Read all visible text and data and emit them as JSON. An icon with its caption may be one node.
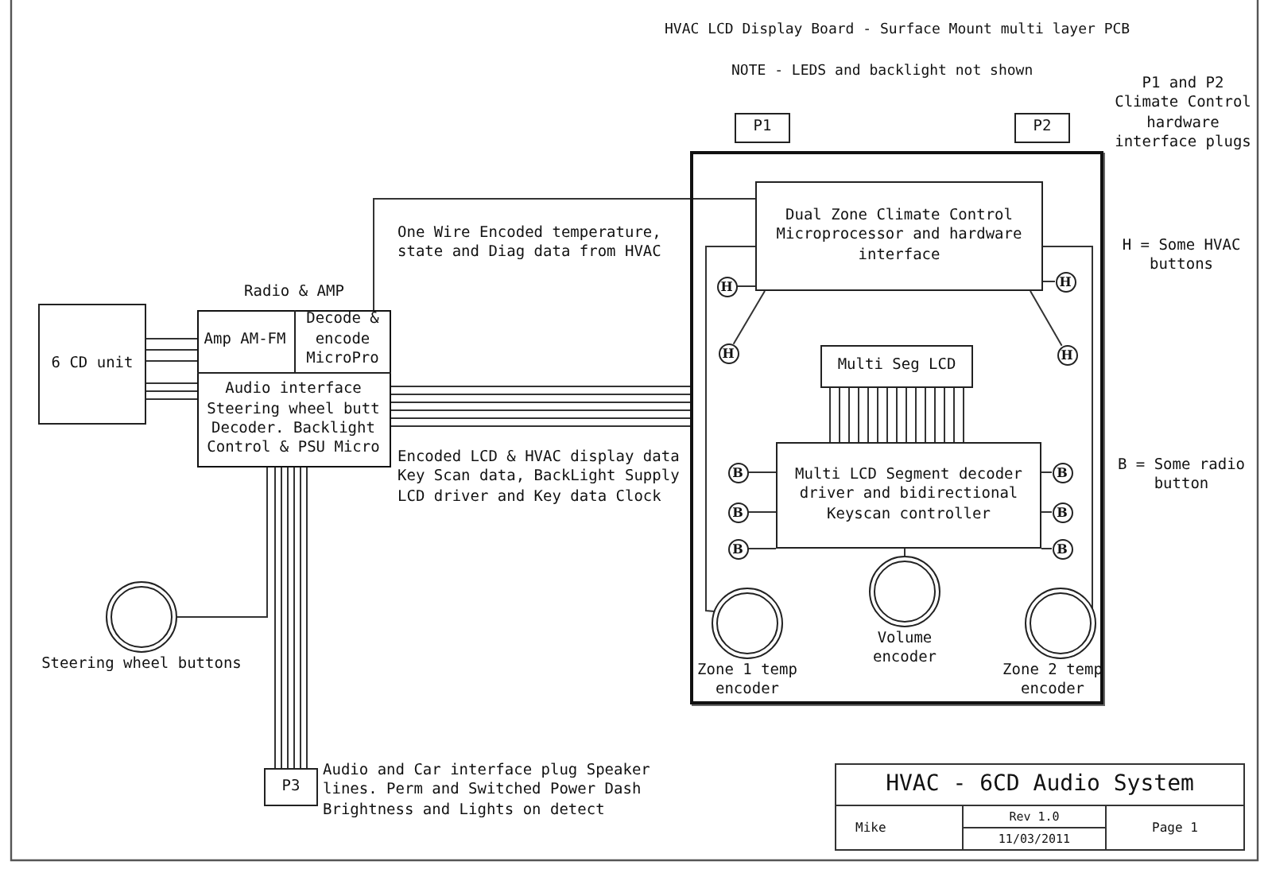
{
  "diagram": {
    "nodes": [
      {
        "text": [
          "6 CD unit"
        ]
      },
      {
        "text": [
          "Radio & AMP"
        ]
      },
      {
        "text": [
          "Amp AM-FM"
        ],
        "in": 1
      },
      {
        "text": [
          "Decode & encode MicroPro"
        ],
        "in": 1
      },
      {
        "text": [
          "Audio interface Steering wheel butt Decoder. Backlight Control & PSU Micro"
        ],
        "in": 1
      },
      {
        "text": [
          "P1"
        ]
      },
      {
        "text": [
          "P2"
        ]
      },
      {
        "text": [],
        "shape": "box"
      },
      {
        "text": [
          "Dual Zone Climate Control Microprocessor and hardware interface"
        ],
        "in": 7
      },
      {
        "text": [
          "H"
        ],
        "in": 7
      },
      {
        "text": [
          "H"
        ],
        "in": 7
      },
      {
        "text": [
          "H"
        ],
        "in": 7
      },
      {
        "text": [
          "H"
        ],
        "in": 7
      },
      {
        "text": [
          "Multi Seg LCD"
        ],
        "in": 7
      },
      {
        "text": [
          "B"
        ],
        "in": 7
      },
      {
        "text": [
          "B"
        ],
        "in": 7
      },
      {
        "text": [
          "B"
        ],
        "in": 7
      },
      {
        "text": [
          "B"
        ],
        "in": 7
      },
      {
        "text": [
          "B"
        ],
        "in": 7
      },
      {
        "text": [
          "B"
        ],
        "in": 7
      },
      {
        "text": [
          "Multi LCD Segment decoder driver and bidirectional Keyscan controller"
        ],
        "in": 7
      },
      {
        "text": [
          "Zone 1 temp encoder"
        ],
        "in": 7
      },
      {
        "text": [
          "Volume encoder"
        ],
        "in": 7
      },
      {
        "text": [
          "Zone 2 temp encoder"
        ],
        "in": 7
      },
      {
        "text": [
          "Steering wheel buttons"
        ]
      },
      {
        "text": [
          "P3"
        ],
        "beside": [
          "Audio and Car interface plug Speaker lines. Perm and Switched Power Dash Brightness and Lights on detect"
        ]
      }
    ],
    "edges": [
      {
        "from": 0,
        "to": 2,
        "arrow": "none"
      },
      {
        "from": 3,
        "to": 8,
        "arrow": "none",
        "label": "One Wire Encoded temperature, state and Diag data from HVAC"
      },
      {
        "from": 4,
        "to": 7,
        "arrow": "none",
        "label": "Encoded LCD & HVAC display data Key Scan data, BackLight Supply LCD driver and Key data Clock"
      },
      {
        "from": 4,
        "to": 25,
        "arrow": "none"
      },
      {
        "from": 4,
        "to": 24,
        "arrow": "none"
      },
      {
        "from": 8,
        "to": 9,
        "arrow": "none"
      },
      {
        "from": 8,
        "to": 10,
        "arrow": "none"
      },
      {
        "from": 8,
        "to": 11,
        "arrow": "none"
      },
      {
        "from": 8,
        "to": 12,
        "arrow": "none"
      },
      {
        "from": 13,
        "to": 20,
        "arrow": "none"
      },
      {
        "from": 20,
        "to": 14,
        "arrow": "none"
      },
      {
        "from": 20,
        "to": 15,
        "arrow": "none"
      },
      {
        "from": 20,
        "to": 16,
        "arrow": "none"
      },
      {
        "from": 20,
        "to": 17,
        "arrow": "none"
      },
      {
        "from": 20,
        "to": 18,
        "arrow": "none"
      },
      {
        "from": 20,
        "to": 19,
        "arrow": "none"
      },
      {
        "from": 20,
        "to": 22,
        "arrow": "none"
      },
      {
        "from": 8,
        "to": 21,
        "arrow": "none"
      },
      {
        "from": 8,
        "to": 23,
        "arrow": "none"
      },
      {
        "from": 0,
        "to": 4,
        "arrow": "none"
      }
    ],
    "labels": [
      "HVAC LCD Display Board - Surface Mount multi layer PCB",
      "NOTE - LEDS and backlight not shown",
      "P1 and P2 Climate Control hardware interface plugs",
      "H = Some HVAC buttons",
      "B = Some radio button",
      "HVAC - 6CD Audio System",
      "Mike",
      "Rev 1.0",
      "11/03/2011",
      "Page 1"
    ]
  }
}
